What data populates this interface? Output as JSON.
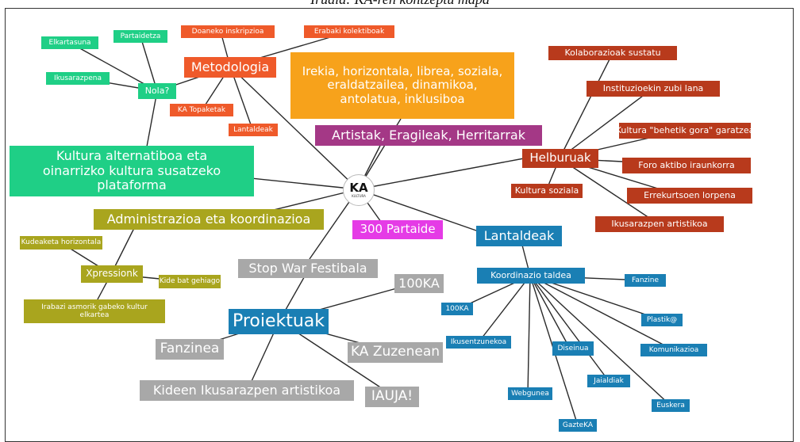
{
  "caption": "Irudia: KA-ren kontzeptu mapa",
  "center": {
    "logo_text": "KA",
    "logo_sub": "KULTURA"
  },
  "colors": {
    "green": "#1fcf86",
    "orange": "#ef5a2a",
    "orange_light": "#f7a21b",
    "purple": "#a43886",
    "red": "#b83a1c",
    "magenta": "#e53be6",
    "blue": "#1a7fb4",
    "olive": "#a9a51e",
    "gray": "#a8a8a8"
  },
  "nodes": {
    "metodologia": "Metodologia",
    "doaneko": "Doaneko inskripzioa",
    "erabaki": "Erabaki kolektiboak",
    "ka_topaketak": "KA Topaketak",
    "lantaldeak_small": "Lantaldeak",
    "nola": "Nola?",
    "elkartasuna": "Elkartasuna",
    "partaidetza": "Partaidetza",
    "ikusarazpena": "Ikusarazpena",
    "kultura_alternatiboa": "Kultura alternatiboa eta oinarrizko kultura susatzeko plataforma",
    "irekia": "Irekia, horizontala, librea, soziala, eraldatzailea, dinamikoa, antolatua, inklusiboa",
    "artistak": "Artistak, Eragileak, Herritarrak",
    "helburuak": "Helburuak",
    "kolaborazioak": "Kolaborazioak sustatu",
    "instituzioekin": "Instituzioekin zubi lana",
    "behetik": "Kultura \"behetik gora\" garatzea",
    "foro": "Foro aktibo iraunkorra",
    "kultura_soziala": "Kultura soziala",
    "errekurtsoen": "Errekurtsoen lorpena",
    "ikusarazpen_art": "Ikusarazpen artistikoa",
    "administrazioa": "Administrazioa eta koordinazioa",
    "kudeaketa": "Kudeaketa horizontala",
    "xpressionk": "Xpressionk",
    "kide_bat": "Kide bat gehiago",
    "irabazi": "Irabazi asmorik gabeko kultur elkartea",
    "partaide": "300 Partaide",
    "lantaldeak": "Lantaldeak",
    "koordinazio": "Koordinazio taldea",
    "fanzine": "Fanzine",
    "plastika": "Plastik@",
    "komunikazioa": "Komunikazioa",
    "euskera": "Euskera",
    "jaialdiak": "Jaialdiak",
    "gazteka": "GazteKA",
    "diseinua": "Diseinua",
    "webgunea": "Webgunea",
    "ikusentzunekoa": "Ikusentzunekoa",
    "ka100_small": "100KA",
    "stopwar": "Stop War Festibala",
    "ka100": "100KA",
    "proiektuak": "Proiektuak",
    "fanzinea": "Fanzinea",
    "ka_zuzenean": "KA Zuzenean",
    "kideen": "Kideen Ikusarazpen artistikoa",
    "iauja": "IAUJA!"
  }
}
